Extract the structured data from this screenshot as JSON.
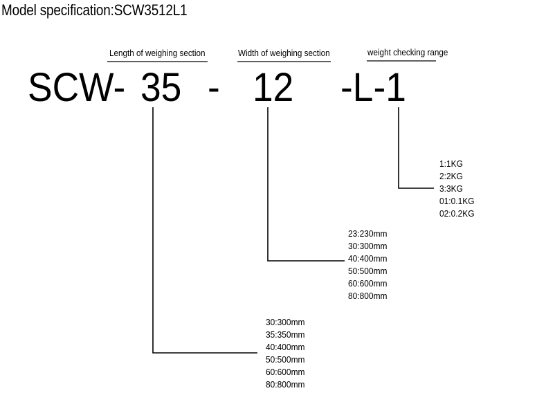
{
  "title": "Model specification:SCW3512L1",
  "headers": {
    "length": "Length of weighing section",
    "width": "Width of weighing section",
    "weight": "weight checking range"
  },
  "code": {
    "prefix": "SCW-",
    "length": "35",
    "sep": "-",
    "width": "12",
    "suffix": "-L-1"
  },
  "weight_options": [
    "1:1KG",
    "2:2KG",
    "3:3KG",
    "01:0.1KG",
    "02:0.2KG"
  ],
  "width_options": [
    "23:230mm",
    "30:300mm",
    "40:400mm",
    "50:500mm",
    "60:600mm",
    "80:800mm"
  ],
  "length_options": [
    "30:300mm",
    "35:350mm",
    "40:400mm",
    "50:500mm",
    "60:600mm",
    "80:800mm"
  ]
}
